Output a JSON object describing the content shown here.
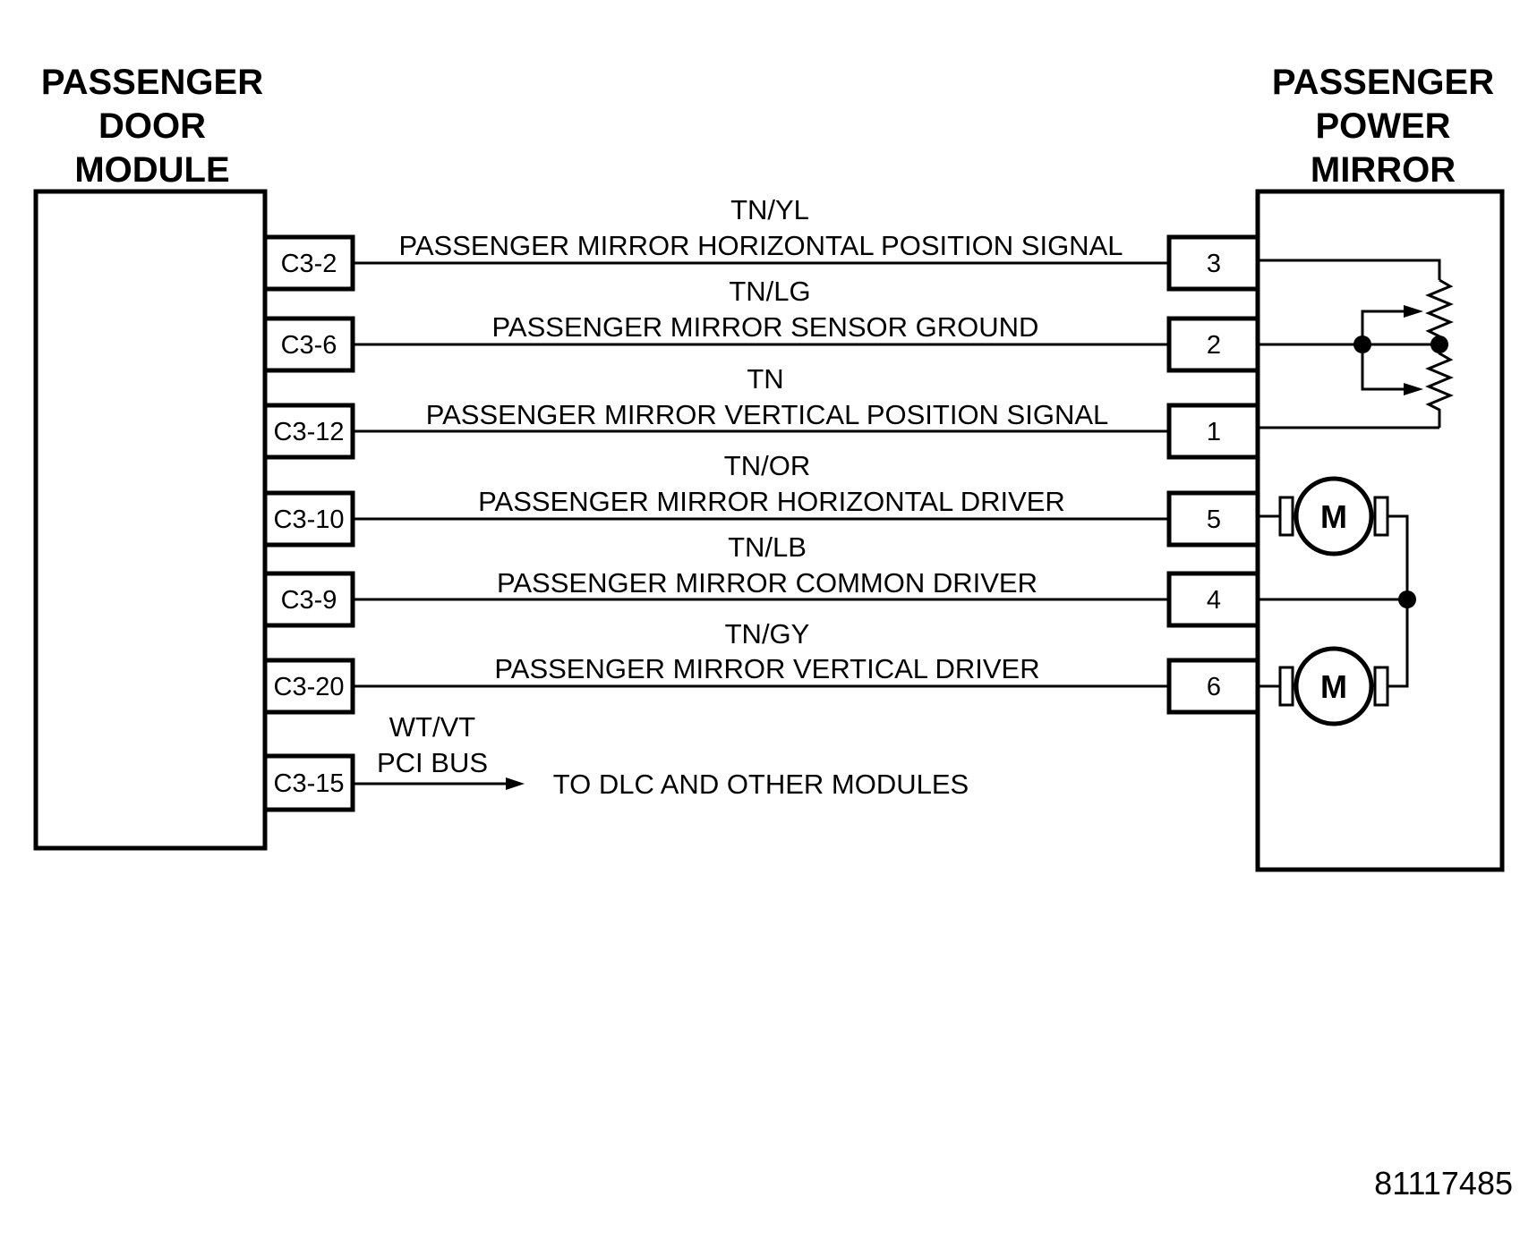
{
  "door_module": {
    "title_lines": [
      "PASSENGER",
      "DOOR",
      "MODULE"
    ]
  },
  "power_mirror": {
    "title_lines": [
      "PASSENGER",
      "POWER",
      "MIRROR"
    ]
  },
  "circuits": [
    {
      "left_pin": "C3-2",
      "right_pin": "3",
      "wire_color": "TN/YL",
      "function": "PASSENGER MIRROR HORIZONTAL POSITION SIGNAL"
    },
    {
      "left_pin": "C3-6",
      "right_pin": "2",
      "wire_color": "TN/LG",
      "function": "PASSENGER MIRROR SENSOR GROUND"
    },
    {
      "left_pin": "C3-12",
      "right_pin": "1",
      "wire_color": "TN",
      "function": "PASSENGER MIRROR VERTICAL POSITION SIGNAL"
    },
    {
      "left_pin": "C3-10",
      "right_pin": "5",
      "wire_color": "TN/OR",
      "function": "PASSENGER MIRROR HORIZONTAL DRIVER"
    },
    {
      "left_pin": "C3-9",
      "right_pin": "4",
      "wire_color": "TN/LB",
      "function": "PASSENGER MIRROR COMMON DRIVER"
    },
    {
      "left_pin": "C3-20",
      "right_pin": "6",
      "wire_color": "TN/GY",
      "function": "PASSENGER MIRROR VERTICAL DRIVER"
    }
  ],
  "bus": {
    "left_pin": "C3-15",
    "wire_color": "WT/VT",
    "function": "PCI BUS",
    "destination": "TO DLC AND OTHER MODULES"
  },
  "motors": [
    {
      "symbol": "M"
    },
    {
      "symbol": "M"
    }
  ],
  "figure_id": "81117485"
}
